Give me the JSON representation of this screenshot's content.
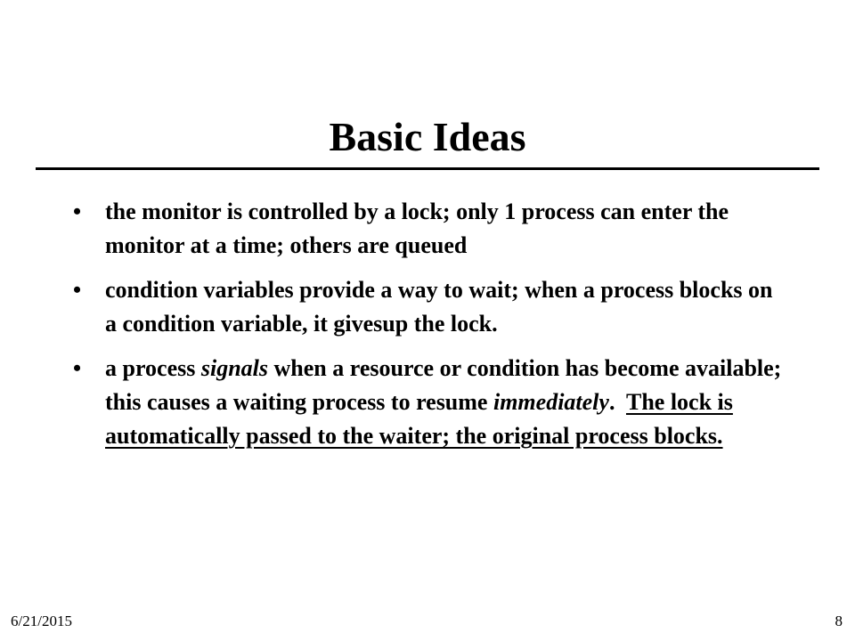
{
  "slide": {
    "title": "Basic Ideas",
    "bullets": [
      {
        "marker": "•",
        "text": "the monitor is controlled by a lock;  only 1 process can enter the monitor at a time; others are queued"
      },
      {
        "marker": "•",
        "text": "condition variables provide a way to wait;  when a process blocks on a condition variable, it givesup the lock."
      },
      {
        "marker": "•",
        "parts": [
          "a process ",
          "signals",
          " when a resource or condition has become available;  this causes a waiting process to resume ",
          "immediately",
          ".  ",
          "The lock is automatically passed to the waiter;  the original process blocks."
        ]
      }
    ]
  },
  "footer": {
    "date": "6/21/2015",
    "page_number": "8"
  }
}
